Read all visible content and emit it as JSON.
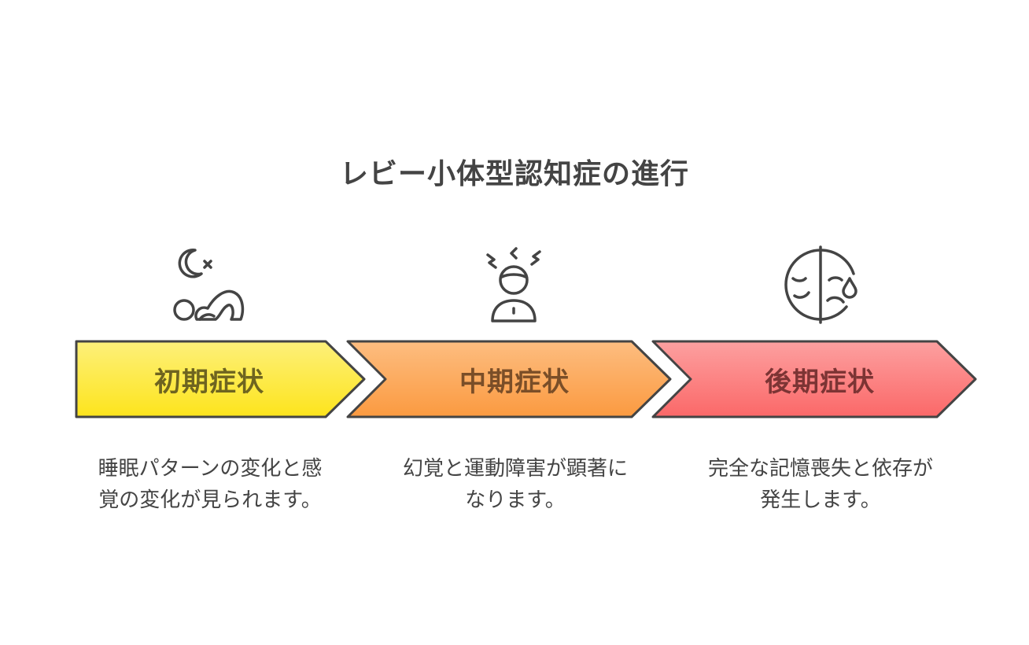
{
  "title": "レビー小体型認知症の進行",
  "stages": [
    {
      "label": "初期症状",
      "description": "睡眠パターンの変化と感覚の変化が見られます。",
      "icon": "sleep-disturbance-icon",
      "fill_top": "#fdf07a",
      "fill_bottom": "#fde41c",
      "label_color": "#6e6420"
    },
    {
      "label": "中期症状",
      "description": "幻覚と運動障害が顕著になります。",
      "icon": "hallucination-person-icon",
      "fill_top": "#fdbd80",
      "fill_bottom": "#fb9a40",
      "label_color": "#7a4e28"
    },
    {
      "label": "後期症状",
      "description": "完全な記憶喪失と依存が発生します。",
      "icon": "sad-face-icon",
      "fill_top": "#fca0a0",
      "fill_bottom": "#fb6868",
      "label_color": "#7c3434"
    }
  ]
}
